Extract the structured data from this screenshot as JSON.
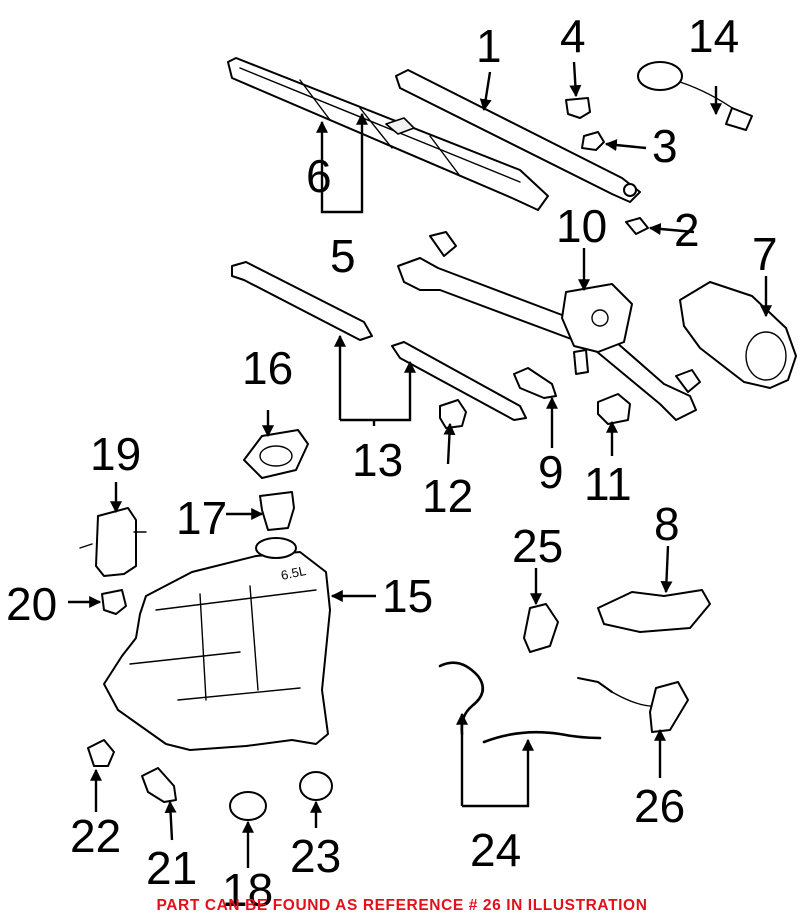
{
  "diagram": {
    "callouts": [
      {
        "id": "1",
        "label": "1"
      },
      {
        "id": "2",
        "label": "2"
      },
      {
        "id": "3",
        "label": "3"
      },
      {
        "id": "4",
        "label": "4"
      },
      {
        "id": "5",
        "label": "5"
      },
      {
        "id": "6",
        "label": "6"
      },
      {
        "id": "7",
        "label": "7"
      },
      {
        "id": "8",
        "label": "8"
      },
      {
        "id": "9",
        "label": "9"
      },
      {
        "id": "10",
        "label": "10"
      },
      {
        "id": "11",
        "label": "11"
      },
      {
        "id": "12",
        "label": "12"
      },
      {
        "id": "13",
        "label": "13"
      },
      {
        "id": "14",
        "label": "14"
      },
      {
        "id": "15",
        "label": "15"
      },
      {
        "id": "16",
        "label": "16"
      },
      {
        "id": "17",
        "label": "17"
      },
      {
        "id": "18",
        "label": "18"
      },
      {
        "id": "19",
        "label": "19"
      },
      {
        "id": "20",
        "label": "20"
      },
      {
        "id": "21",
        "label": "21"
      },
      {
        "id": "22",
        "label": "22"
      },
      {
        "id": "23",
        "label": "23"
      },
      {
        "id": "24",
        "label": "24"
      },
      {
        "id": "25",
        "label": "25"
      },
      {
        "id": "26",
        "label": "26"
      }
    ],
    "tank_capacity": "6.5L",
    "footer_note": "PART CAN BE FOUND AS REFERENCE # 26 IN ILLUSTRATION",
    "colors": {
      "line": "#000000",
      "note": "#e2101c",
      "background": "#ffffff"
    }
  }
}
